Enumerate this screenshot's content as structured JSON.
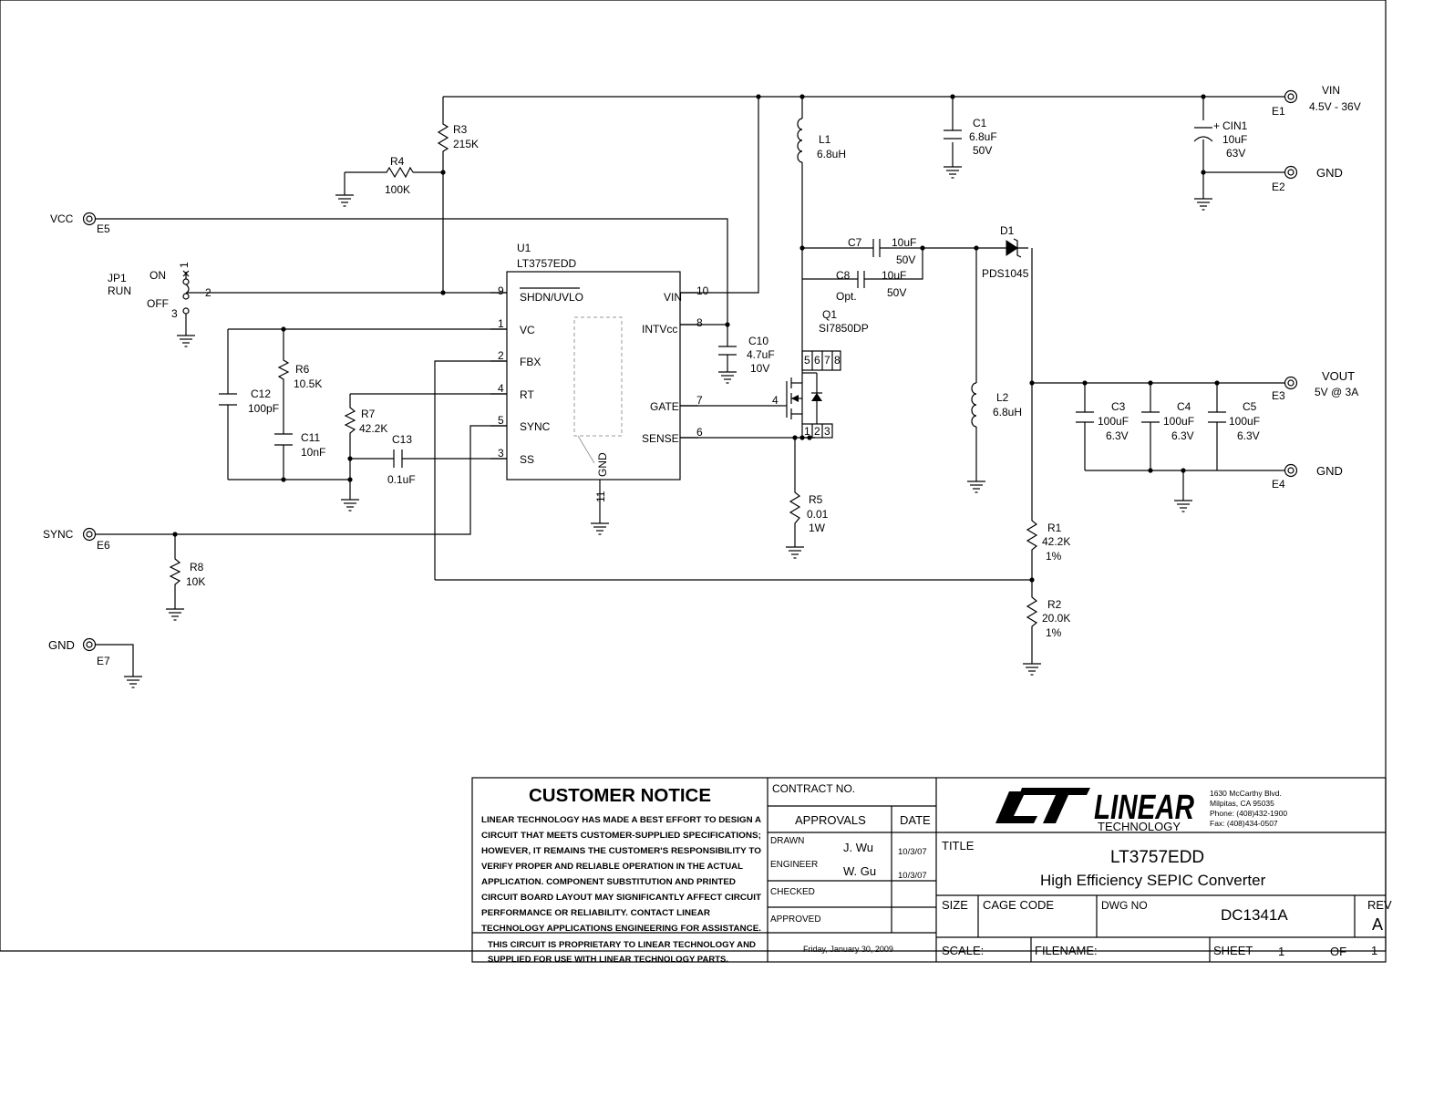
{
  "connectors": {
    "vin": {
      "label": "VIN",
      "terminal": "E1",
      "desc": "4.5V - 36V"
    },
    "gnd_e2": {
      "label": "GND",
      "terminal": "E2"
    },
    "vcc": {
      "label": "VCC",
      "terminal": "E5"
    },
    "vout": {
      "label": "VOUT",
      "terminal": "E3",
      "desc": "5V @ 3A"
    },
    "gnd_e4": {
      "label": "GND",
      "terminal": "E4"
    },
    "sync": {
      "label": "SYNC",
      "terminal": "E6"
    },
    "gnd_e7": {
      "label": "GND",
      "terminal": "E7"
    }
  },
  "jumper": {
    "ref": "JP1",
    "name": "RUN",
    "on": "ON",
    "off": "OFF",
    "pin1": "1",
    "pin2": "2",
    "pin3": "3"
  },
  "ic": {
    "ref": "U1",
    "part": "LT3757EDD",
    "pins": {
      "shdn": "SHDN/UVLO",
      "shdn_num": "9",
      "vc": "VC",
      "vc_num": "1",
      "fbx": "FBX",
      "fbx_num": "2",
      "rt": "RT",
      "rt_num": "4",
      "sync": "SYNC",
      "sync_num": "5",
      "ss": "SS",
      "ss_num": "3",
      "vin": "VIN",
      "vin_num": "10",
      "intvcc": "INTVcc",
      "intvcc_num": "8",
      "gate": "GATE",
      "gate_num": "7",
      "sense": "SENSE",
      "sense_num": "6",
      "gnd": "GND",
      "gnd_num": "11"
    }
  },
  "mosfet": {
    "ref": "Q1",
    "part": "SI7850DP",
    "drain_pins": [
      "5",
      "6",
      "7",
      "8"
    ],
    "source_pins": [
      "1",
      "2",
      "3"
    ],
    "gate_pin": "4"
  },
  "diode": {
    "ref": "D1",
    "part": "PDS1045"
  },
  "components": {
    "r3": {
      "ref": "R3",
      "value": "215K"
    },
    "r4": {
      "ref": "R4",
      "value": "100K"
    },
    "r6": {
      "ref": "R6",
      "value": "10.5K"
    },
    "r7": {
      "ref": "R7",
      "value": "42.2K"
    },
    "r8": {
      "ref": "R8",
      "value": "10K"
    },
    "r5": {
      "ref": "R5",
      "value": "0.01",
      "value2": "1W"
    },
    "r1": {
      "ref": "R1",
      "value": "42.2K",
      "value2": "1%"
    },
    "r2": {
      "ref": "R2",
      "value": "20.0K",
      "value2": "1%"
    },
    "c1": {
      "ref": "C1",
      "value": "6.8uF",
      "value2": "50V"
    },
    "cin1": {
      "ref": "CIN1",
      "plus": "+",
      "value": "10uF",
      "value2": "63V"
    },
    "c7": {
      "ref": "C7",
      "value": "10uF",
      "value2": "50V"
    },
    "c8": {
      "ref": "C8",
      "note": "Opt.",
      "value": "10uF",
      "value2": "50V"
    },
    "c10": {
      "ref": "C10",
      "value": "4.7uF",
      "value2": "10V"
    },
    "c12": {
      "ref": "C12",
      "value": "100pF"
    },
    "c11": {
      "ref": "C11",
      "value": "10nF"
    },
    "c13": {
      "ref": "C13",
      "value": "0.1uF"
    },
    "c3": {
      "ref": "C3",
      "value": "100uF",
      "value2": "6.3V"
    },
    "c4": {
      "ref": "C4",
      "value": "100uF",
      "value2": "6.3V"
    },
    "c5": {
      "ref": "C5",
      "value": "100uF",
      "value2": "6.3V"
    },
    "l1": {
      "ref": "L1",
      "value": "6.8uH"
    },
    "l2": {
      "ref": "L2",
      "value": "6.8uH"
    }
  },
  "title_block": {
    "notice_title": "CUSTOMER NOTICE",
    "notice_lines": [
      "LINEAR TECHNOLOGY HAS MADE A BEST EFFORT TO DESIGN A",
      "CIRCUIT THAT MEETS CUSTOMER-SUPPLIED SPECIFICATIONS;",
      "HOWEVER, IT REMAINS THE CUSTOMER'S RESPONSIBILITY TO",
      "VERIFY PROPER AND RELIABLE OPERATION IN THE ACTUAL",
      "APPLICATION. COMPONENT SUBSTITUTION AND PRINTED",
      "CIRCUIT BOARD LAYOUT MAY SIGNIFICANTLY AFFECT CIRCUIT",
      "PERFORMANCE OR RELIABILITY. CONTACT LINEAR",
      "TECHNOLOGY APPLICATIONS ENGINEERING FOR ASSISTANCE."
    ],
    "proprietary_lines": [
      "THIS CIRCUIT IS PROPRIETARY TO LINEAR TECHNOLOGY AND",
      "SUPPLIED FOR USE WITH LINEAR TECHNOLOGY PARTS."
    ],
    "contract_no": "CONTRACT NO.",
    "approvals": "APPROVALS",
    "date": "DATE",
    "drawn_label": "DRAWN",
    "drawn_name": "J. Wu",
    "drawn_date": "10/3/07",
    "engineer_label": "ENGINEER",
    "engineer_name": "W. Gu",
    "engineer_date": "10/3/07",
    "checked_label": "CHECKED",
    "approved_label": "APPROVED",
    "print_date": "Friday, January 30, 2009",
    "logo_text": "LINEAR",
    "logo_sub": "TECHNOLOGY",
    "address": [
      "1630 McCarthy Blvd.",
      "Milpitas, CA 95035",
      "Phone: (408)432-1900",
      "Fax: (408)434-0507"
    ],
    "title_label": "TITLE",
    "title_1": "LT3757EDD",
    "title_2": "High Efficiency SEPIC Converter",
    "size_label": "SIZE",
    "cage_label": "CAGE CODE",
    "dwg_label": "DWG NO",
    "dwg_no": "DC1341A",
    "rev_label": "REV",
    "rev": "A",
    "scale_label": "SCALE:",
    "filename_label": "FILENAME:",
    "sheet_label": "SHEET",
    "sheet": "1",
    "of_label": "OF",
    "of": "1"
  }
}
